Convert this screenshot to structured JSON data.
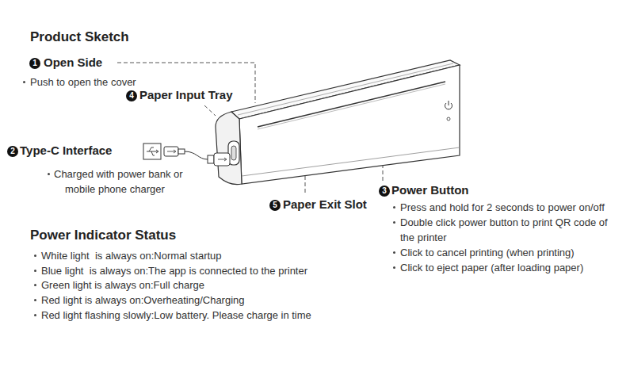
{
  "diagram": {
    "title": "Product Sketch",
    "labels": [
      "1",
      "Open Side",
      "Push to open the cover",
      "4",
      "Paper Input Tray",
      "2",
      "Type-C Interface",
      "Charged with power bank or mobile phone charger",
      "3",
      "Power Button",
      "Press and hold for 2 seconds to power on/off",
      "Double click power button to print QR code of the printer",
      "Click to cancel printing (when printing)",
      "Click to eject paper (after loading paper)",
      "5",
      "Paper Exit Slot",
      "Power Indicator Status",
      "White light  is always on:Normal startup",
      "Blue light  is always on:The app is connected to the printer",
      "Green light is always on:Full charge",
      "Red light is always on:Overheating/Charging",
      "Red light flashing slowly:Low battery. Please charge in time"
    ]
  }
}
